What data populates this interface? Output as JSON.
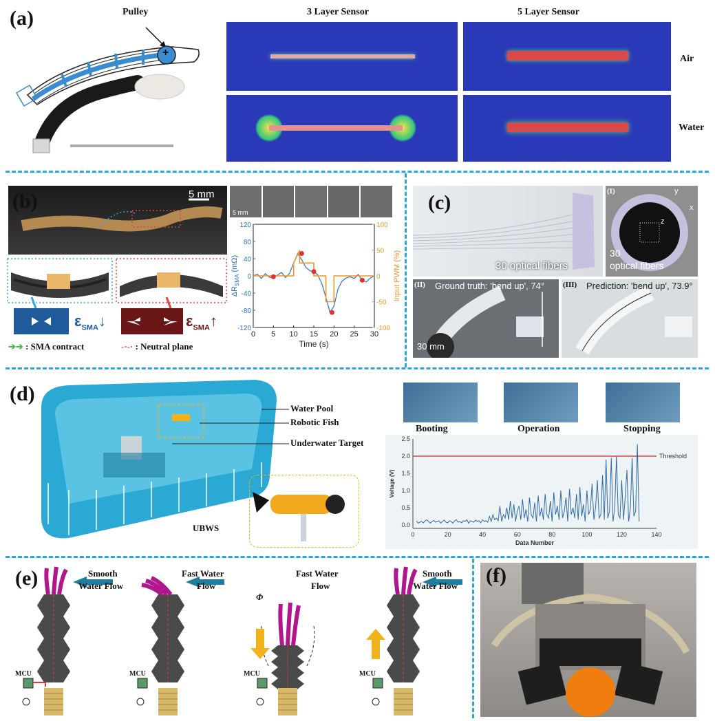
{
  "panel_a": {
    "label": "(a)",
    "pulley_label": "Pulley",
    "pulley_symbol": "+",
    "col_3": "3 Layer Sensor",
    "col_5": "5 Layer Sensor",
    "row_air": "Air",
    "row_water": "Water"
  },
  "panel_b": {
    "label": "(b)",
    "scale_bar": "5 mm",
    "strip_scale": "5 mm",
    "eps_down": "ε",
    "eps_down_sub": "SMA",
    "eps_up": "ε",
    "eps_up_sub": "SMA",
    "legend_contract": ": SMA contract",
    "legend_neutral": ": Neutral plane",
    "chart_data": {
      "type": "line",
      "xlabel": "Time (s)",
      "ylabel_left": "ΔR",
      "ylabel_left_sub": "SMA",
      "ylabel_left_unit": "(mΩ)",
      "ylabel_right": "Input PWM (%)",
      "xlim": [
        0,
        30
      ],
      "ylim_left": [
        -120,
        120
      ],
      "ylim_right": [
        -100,
        100
      ],
      "x_ticks": [
        "0",
        "5",
        "10",
        "15",
        "20",
        "25",
        "30"
      ],
      "y_ticks_left": [
        "-120",
        "-80",
        "-40",
        "0",
        "40",
        "80",
        "120"
      ],
      "y_ticks_right": [
        "-100",
        "-50",
        "0",
        "50",
        "100"
      ],
      "series": [
        {
          "axis": "left",
          "color": "#2a6fc4",
          "x": [
            0,
            1,
            2,
            3,
            4,
            5,
            6,
            7,
            8,
            9,
            10,
            11,
            12,
            13,
            14,
            15,
            16,
            17,
            18,
            19,
            20,
            21,
            22,
            23,
            24,
            25,
            26,
            27,
            28,
            29,
            30
          ],
          "y": [
            0,
            4,
            -6,
            5,
            -3,
            -5,
            2,
            8,
            -4,
            6,
            30,
            52,
            38,
            20,
            12,
            10,
            2,
            -18,
            -50,
            -85,
            -70,
            -30,
            -12,
            -5,
            -2,
            -6,
            3,
            -10,
            -14,
            -5,
            0
          ]
        },
        {
          "axis": "right",
          "color": "#f0962a",
          "x": [
            0,
            10,
            10,
            11.5,
            11.5,
            15,
            15,
            18,
            18,
            20,
            20,
            30
          ],
          "y": [
            0,
            0,
            25,
            50,
            25,
            25,
            0,
            0,
            -50,
            -50,
            0,
            0
          ]
        }
      ],
      "markers": [
        {
          "x": 5,
          "y": -2
        },
        {
          "x": 12,
          "y": 52
        },
        {
          "x": 15,
          "y": 10
        },
        {
          "x": 19.5,
          "y": -85
        },
        {
          "x": 27,
          "y": -10
        }
      ]
    }
  },
  "panel_c": {
    "label": "(c)",
    "fibers_label": "30 optical fibers",
    "inset1_tag": "(I)",
    "inset1_label_1": "30",
    "inset1_label_2": "optical fibers",
    "axis_y": "y",
    "axis_x": "x",
    "axis_z": "z",
    "inset2_tag": "(II)",
    "inset2_label": "Ground truth: 'bend up', 74°",
    "inset3_tag": "(III)",
    "inset3_label": "Prediction: 'bend up', 73.9°",
    "scale_bar": "30 mm"
  },
  "panel_d": {
    "label": "(d)",
    "pool_labels": [
      "Water Pool",
      "Robotic Fish",
      "Underwater Target"
    ],
    "ubws": "UBWS",
    "stage_labels": [
      "Booting",
      "Operation",
      "Stopping"
    ],
    "chart_data": {
      "type": "line",
      "xlabel": "Data Number",
      "ylabel": "Voltage (V)",
      "xlim": [
        0,
        140
      ],
      "ylim": [
        -0.1,
        2.5
      ],
      "x_ticks": [
        "0",
        "20",
        "40",
        "60",
        "80",
        "100",
        "120",
        "140"
      ],
      "y_ticks": [
        "0.0",
        "0.5",
        "1.0",
        "1.5",
        "2.0",
        "2.5"
      ],
      "threshold": 2.0,
      "threshold_label": "Threshold",
      "series": [
        {
          "color": "#2f6aa6",
          "y": [
            0.12,
            0.05,
            0.08,
            0.1,
            0.06,
            0.12,
            0.15,
            0.1,
            0.05,
            0.1,
            0.13,
            0.08,
            0.1,
            0.12,
            0.05,
            0.1,
            0.14,
            0.08,
            0.06,
            0.12,
            0.1,
            0.05,
            0.12,
            0.15,
            0.08,
            0.1,
            0.06,
            0.12,
            0.1,
            0.15,
            0.05,
            0.12,
            0.1,
            0.08,
            0.14,
            0.1,
            0.12,
            0.06,
            0.15,
            0.1,
            0.12,
            0.08,
            0.25,
            0.1,
            0.3,
            0.15,
            0.2,
            0.12,
            0.55,
            0.1,
            0.3,
            0.2,
            0.5,
            0.15,
            0.7,
            0.2,
            0.6,
            0.1,
            0.4,
            0.55,
            0.15,
            0.75,
            0.2,
            0.45,
            0.1,
            0.8,
            0.3,
            0.2,
            0.65,
            0.1,
            0.85,
            0.25,
            0.5,
            0.15,
            0.9,
            0.3,
            0.2,
            0.7,
            0.1,
            0.95,
            0.3,
            0.55,
            0.15,
            1.0,
            0.2,
            0.4,
            0.8,
            0.1,
            1.05,
            0.3,
            0.5,
            0.2,
            0.9,
            0.15,
            1.1,
            0.25,
            0.6,
            0.1,
            1.0,
            0.3,
            0.45,
            1.2,
            0.15,
            0.5,
            1.3,
            0.2,
            0.3,
            1.45,
            0.15,
            1.9,
            0.2,
            0.4,
            1.95,
            0.1,
            0.5,
            2.0,
            0.3,
            0.2,
            1.3,
            0.15,
            0.8,
            1.6,
            0.1,
            0.5,
            1.95,
            0.25,
            0.4,
            2.35,
            0.1
          ]
        }
      ]
    }
  },
  "panel_e": {
    "label": "(e)",
    "flows": [
      {
        "line1": "Smooth",
        "line2": "Water Flow"
      },
      {
        "line1": "Fast Water",
        "line2": "Flow"
      },
      {
        "line1": "Fast Water",
        "line2": "Flow"
      },
      {
        "line1": "Smooth",
        "line2": "Water Flow"
      }
    ],
    "mcu": "MCU",
    "phi": "Φ"
  },
  "panel_f": {
    "label": "(f)"
  },
  "colors": {
    "divider": "#2aa6d9",
    "sim_bg": "#2a39b8",
    "magenta": "#b0178f",
    "teal_arrow": "#1f7ea0",
    "yellow_arrow": "#f2b21a"
  }
}
